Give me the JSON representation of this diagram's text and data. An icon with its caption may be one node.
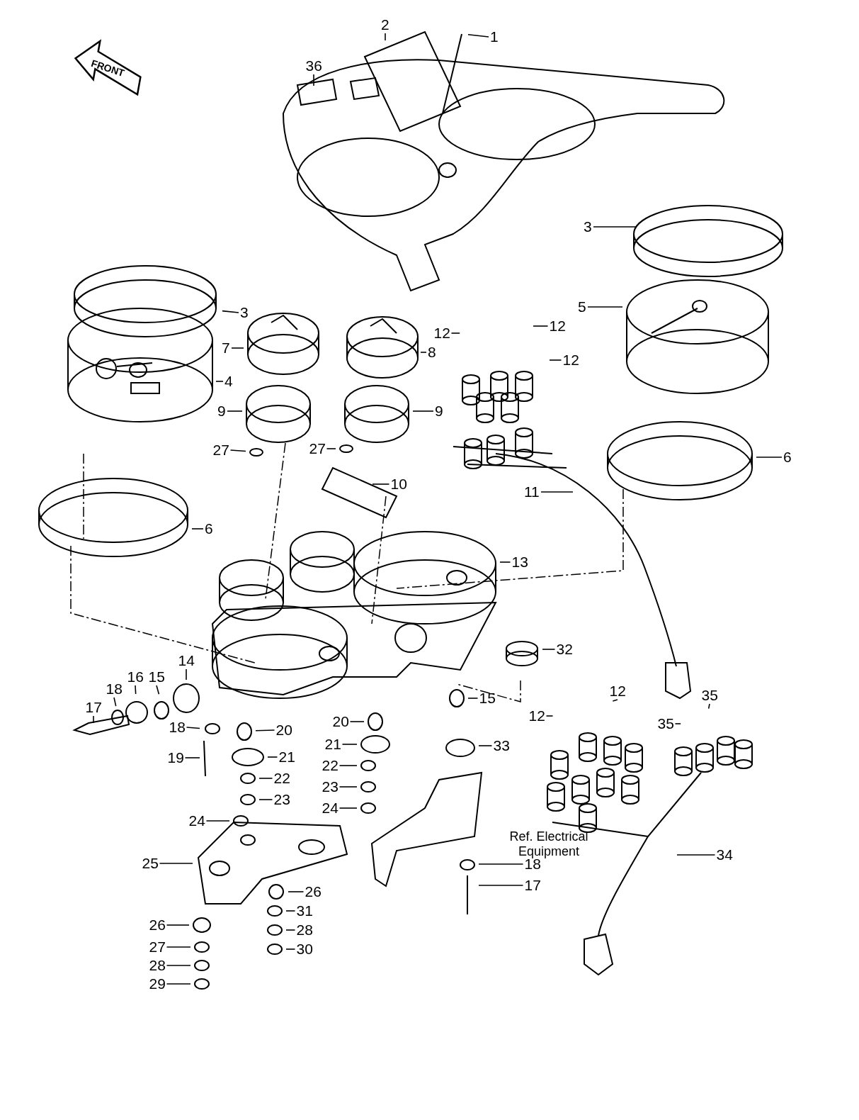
{
  "diagram": {
    "nodes": [
      {
        "text": [
          "1"
        ]
      },
      {
        "text": [
          "2"
        ]
      },
      {
        "text": [
          "36"
        ]
      },
      {
        "text": [
          "3"
        ]
      },
      {
        "text": [
          "3"
        ]
      },
      {
        "text": [
          "5"
        ]
      },
      {
        "text": [
          "7"
        ]
      },
      {
        "text": [
          "8"
        ]
      },
      {
        "text": [
          "12"
        ]
      },
      {
        "text": [
          "12"
        ]
      },
      {
        "text": [
          "12"
        ]
      },
      {
        "text": [
          "4"
        ]
      },
      {
        "text": [
          "9"
        ]
      },
      {
        "text": [
          "9"
        ]
      },
      {
        "text": [
          "27"
        ]
      },
      {
        "text": [
          "27"
        ]
      },
      {
        "text": [
          "10"
        ]
      },
      {
        "text": [
          "11"
        ]
      },
      {
        "text": [
          "6"
        ]
      },
      {
        "text": [
          "6"
        ]
      },
      {
        "text": [
          "13"
        ]
      },
      {
        "text": [
          "32"
        ]
      },
      {
        "text": [
          "14"
        ]
      },
      {
        "text": [
          "17"
        ]
      },
      {
        "text": [
          "18"
        ]
      },
      {
        "text": [
          "16"
        ]
      },
      {
        "text": [
          "15"
        ]
      },
      {
        "text": [
          "15"
        ]
      },
      {
        "text": [
          "35"
        ]
      },
      {
        "text": [
          "12"
        ]
      },
      {
        "text": [
          "12"
        ]
      },
      {
        "text": [
          "35"
        ]
      },
      {
        "text": [
          "18"
        ]
      },
      {
        "text": [
          "20"
        ]
      },
      {
        "text": [
          "20"
        ]
      },
      {
        "text": [
          "33"
        ]
      },
      {
        "text": [
          "19"
        ]
      },
      {
        "text": [
          "21"
        ]
      },
      {
        "text": [
          "21"
        ]
      },
      {
        "text": [
          "22"
        ]
      },
      {
        "text": [
          "22"
        ]
      },
      {
        "text": [
          "23"
        ]
      },
      {
        "text": [
          "23"
        ]
      },
      {
        "text": [
          "24"
        ]
      },
      {
        "text": [
          "24"
        ]
      },
      {
        "text": [
          "25"
        ]
      },
      {
        "text": [
          "26"
        ]
      },
      {
        "text": [
          "31"
        ]
      },
      {
        "text": [
          "28"
        ]
      },
      {
        "text": [
          "30"
        ]
      },
      {
        "text": [
          "26"
        ]
      },
      {
        "text": [
          "27"
        ]
      },
      {
        "text": [
          "28"
        ]
      },
      {
        "text": [
          "29"
        ]
      },
      {
        "text": [
          "18"
        ]
      },
      {
        "text": [
          "17"
        ]
      },
      {
        "text": [
          "34"
        ]
      }
    ],
    "edges": [
      {
        "from": 0,
        "to": null,
        "arrow": "none"
      },
      {
        "from": 1,
        "to": null,
        "arrow": "none"
      },
      {
        "from": 2,
        "to": null,
        "arrow": "none"
      },
      {
        "from": 3,
        "to": null,
        "arrow": "none"
      },
      {
        "from": 4,
        "to": null,
        "arrow": "none"
      },
      {
        "from": 5,
        "to": null,
        "arrow": "none"
      },
      {
        "from": 6,
        "to": null,
        "arrow": "none"
      },
      {
        "from": 7,
        "to": null,
        "arrow": "none"
      },
      {
        "from": 8,
        "to": null,
        "arrow": "none"
      },
      {
        "from": 9,
        "to": null,
        "arrow": "none"
      },
      {
        "from": 10,
        "to": null,
        "arrow": "none"
      },
      {
        "from": 11,
        "to": null,
        "arrow": "none"
      },
      {
        "from": 12,
        "to": null,
        "arrow": "none"
      },
      {
        "from": 13,
        "to": null,
        "arrow": "none"
      },
      {
        "from": 14,
        "to": null,
        "arrow": "none"
      },
      {
        "from": 15,
        "to": null,
        "arrow": "none"
      },
      {
        "from": 16,
        "to": null,
        "arrow": "none"
      },
      {
        "from": 17,
        "to": null,
        "arrow": "none"
      },
      {
        "from": 18,
        "to": null,
        "arrow": "none"
      },
      {
        "from": 19,
        "to": null,
        "arrow": "none"
      },
      {
        "from": 20,
        "to": null,
        "arrow": "none"
      },
      {
        "from": 21,
        "to": null,
        "arrow": "none"
      },
      {
        "from": 22,
        "to": null,
        "arrow": "none"
      },
      {
        "from": 23,
        "to": null,
        "arrow": "none"
      },
      {
        "from": 24,
        "to": null,
        "arrow": "none"
      },
      {
        "from": 25,
        "to": null,
        "arrow": "none"
      },
      {
        "from": 26,
        "to": null,
        "arrow": "none"
      },
      {
        "from": 27,
        "to": null,
        "arrow": "none"
      },
      {
        "from": 28,
        "to": null,
        "arrow": "none"
      },
      {
        "from": 29,
        "to": null,
        "arrow": "none"
      },
      {
        "from": 30,
        "to": null,
        "arrow": "none"
      },
      {
        "from": 31,
        "to": null,
        "arrow": "none"
      },
      {
        "from": 32,
        "to": null,
        "arrow": "none"
      },
      {
        "from": 33,
        "to": null,
        "arrow": "none"
      },
      {
        "from": 34,
        "to": null,
        "arrow": "none"
      },
      {
        "from": 35,
        "to": null,
        "arrow": "none"
      },
      {
        "from": 36,
        "to": null,
        "arrow": "none"
      },
      {
        "from": 37,
        "to": null,
        "arrow": "none"
      },
      {
        "from": 38,
        "to": null,
        "arrow": "none"
      },
      {
        "from": 39,
        "to": null,
        "arrow": "none"
      },
      {
        "from": 40,
        "to": null,
        "arrow": "none"
      },
      {
        "from": 41,
        "to": null,
        "arrow": "none"
      },
      {
        "from": 42,
        "to": null,
        "arrow": "none"
      },
      {
        "from": 43,
        "to": null,
        "arrow": "none"
      },
      {
        "from": 44,
        "to": null,
        "arrow": "none"
      },
      {
        "from": 45,
        "to": null,
        "arrow": "none"
      },
      {
        "from": 46,
        "to": null,
        "arrow": "none"
      },
      {
        "from": 47,
        "to": null,
        "arrow": "none"
      },
      {
        "from": 48,
        "to": null,
        "arrow": "none"
      },
      {
        "from": 49,
        "to": null,
        "arrow": "none"
      },
      {
        "from": 50,
        "to": null,
        "arrow": "none"
      },
      {
        "from": 51,
        "to": null,
        "arrow": "none"
      },
      {
        "from": 52,
        "to": null,
        "arrow": "none"
      },
      {
        "from": 53,
        "to": null,
        "arrow": "none"
      },
      {
        "from": 54,
        "to": null,
        "arrow": "none"
      },
      {
        "from": 55,
        "to": null,
        "arrow": "none"
      },
      {
        "from": 56,
        "to": null,
        "arrow": "none"
      }
    ],
    "labels": [
      "FRONT",
      "Ref. Electrical Equipment"
    ]
  }
}
